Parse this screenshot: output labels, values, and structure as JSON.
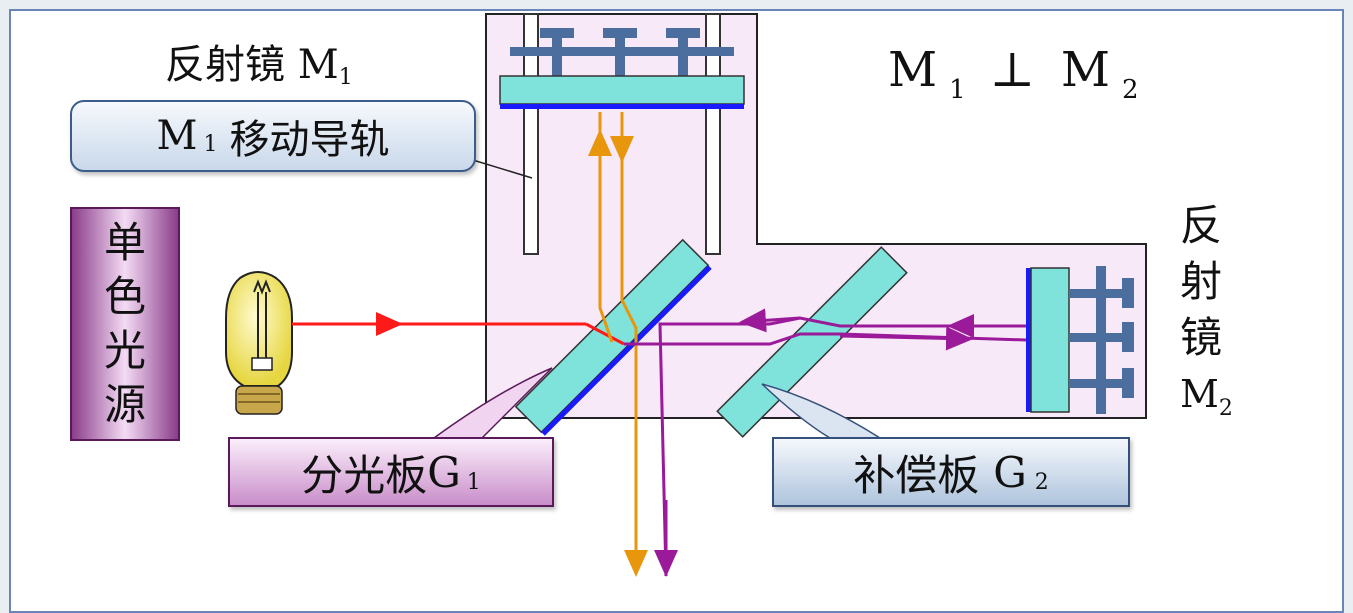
{
  "labels": {
    "m1_label": "反射镜",
    "m1_symbol": "M",
    "m1_sub": "1",
    "perp_m1": "M",
    "perp_m1_sub": "1",
    "perp_symbol": "⊥",
    "perp_m2": "M",
    "perp_m2_sub": "2",
    "m2_label_chars": [
      "反",
      "射",
      "镜"
    ],
    "m2_symbol": "M",
    "m2_sub": "2"
  },
  "callouts": {
    "rail_symbol": "M",
    "rail_sub": "1",
    "rail_text": "移动导轨",
    "g1_text": "分光板",
    "g1_symbol": "G",
    "g1_sub": "1",
    "g2_text": "补偿板",
    "g2_symbol": "G",
    "g2_sub": "2"
  },
  "source": {
    "chars": [
      "单",
      "色",
      "光",
      "源"
    ]
  },
  "colors": {
    "housing_fill": "#f8e9f8",
    "mirror_fill": "#7fe3dc",
    "mirror_back": "#1a1aff",
    "screw_color": "#4c6e9e",
    "red_beam": "#ff1a1a",
    "orange_beam": "#e8960c",
    "purple_beam": "#9a1a9a"
  }
}
